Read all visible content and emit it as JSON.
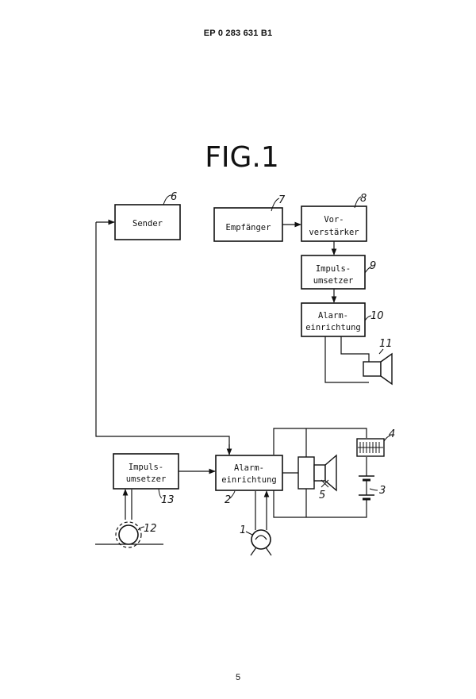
{
  "header": {
    "patent_number": "EP 0 283 631 B1"
  },
  "figure": {
    "title": "FIG.1",
    "blocks": {
      "sender": {
        "label": "Sender",
        "ref": "6"
      },
      "empfaenger": {
        "label": "Empfänger",
        "ref": "7"
      },
      "vorverstaerker": {
        "line1": "Vor-",
        "line2": "verstärker",
        "ref": "8"
      },
      "impulsumsetzer_top": {
        "line1": "Impuls-",
        "line2": "umsetzer",
        "ref": "9"
      },
      "alarmeinrichtung_top": {
        "line1": "Alarm-",
        "line2": "einrichtung",
        "ref": "10"
      },
      "impulsumsetzer_bottom": {
        "line1": "Impuls-",
        "line2": "umsetzer",
        "ref": "13"
      },
      "alarmeinrichtung_bottom": {
        "line1": "Alarm-",
        "line2": "einrichtung",
        "ref": "2"
      }
    },
    "components": {
      "speaker_top_ref": "11",
      "solar_cell_ref": "4",
      "speaker_bottom_ref": "5",
      "battery_ref": "3",
      "sensor_bottom_left_ref": "12",
      "sensor_bottom_ref": "1"
    }
  },
  "footer": {
    "page_number": "5"
  }
}
